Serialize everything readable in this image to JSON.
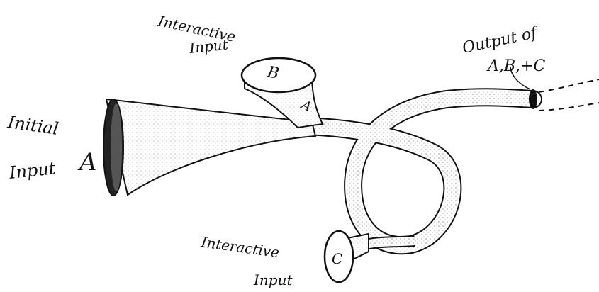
{
  "labels": {
    "initial_line1": "Initial",
    "initial_line2": "Input",
    "input_a": "A",
    "interactive_b_line1": "Interactive",
    "interactive_b_line2": "Input",
    "interactive_c_line1": "Interactive",
    "interactive_c_line2": "Input",
    "output_line1": "Output of",
    "output_line2": "A,B,+C",
    "horn_b": "B",
    "horn_c": "C",
    "inside_a": "A"
  },
  "colors": {
    "ink": "#111111",
    "background": "#ffffff"
  }
}
